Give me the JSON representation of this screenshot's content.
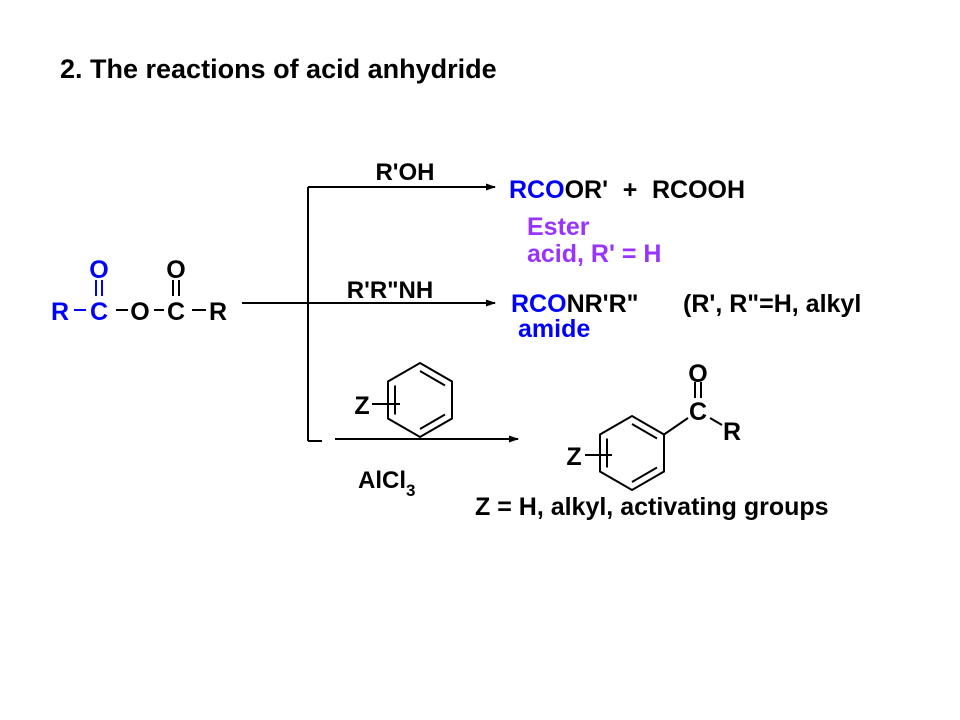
{
  "title": "2.  The reactions of acid anhydride",
  "colors": {
    "text": "#000000",
    "highlight_blue": "#0000ff",
    "highlight_purple": "#9933ff"
  },
  "reactant": {
    "atoms": {
      "r_left": "R",
      "c_left": "C",
      "o_carbonyl_left": "O",
      "o_bridge": "O",
      "c_right": "C",
      "o_carbonyl_right": "O",
      "r_right": "R"
    }
  },
  "reaction1": {
    "reagent": "R'OH",
    "product_highlight": "RCO",
    "product_rest": "OR'",
    "plus": "+",
    "byproduct": "RCOOH",
    "note_line1": "Ester",
    "note_line2": "acid, R' = H"
  },
  "reaction2": {
    "reagent": "R'R\"NH",
    "product_highlight": "RCO",
    "product_rest": "NR'R\"",
    "product_label": "amide",
    "condition": "(R', R\"=H, alkyl"
  },
  "reaction3": {
    "reagent_substituent": "Z",
    "catalyst": "AlCl",
    "catalyst_subscript": "3",
    "product_substituent": "Z",
    "product_carbonyl_o": "O",
    "product_carbonyl_c": "C",
    "product_r": "R",
    "condition": "Z = H, alkyl, activating groups"
  }
}
